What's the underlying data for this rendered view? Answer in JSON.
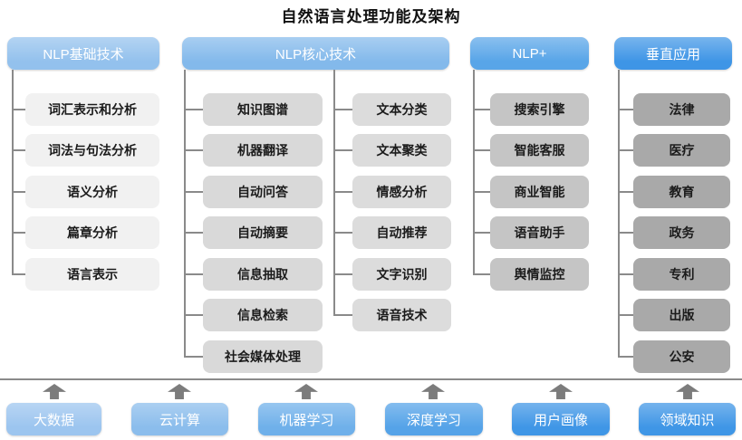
{
  "title": "自然语言处理功能及架构",
  "columns": [
    {
      "header": "NLP基础技术",
      "items": [
        "词汇表示和分析",
        "词法与句法分析",
        "语义分析",
        "篇章分析",
        "语言表示"
      ]
    },
    {
      "header": "NLP核心技术",
      "items": [
        "知识图谱",
        "机器翻译",
        "自动问答",
        "自动摘要",
        "信息抽取",
        "信息检索",
        "社会媒体处理"
      ],
      "items2": [
        "文本分类",
        "文本聚类",
        "情感分析",
        "自动推荐",
        "文字识别",
        "语音技术"
      ]
    },
    {
      "header": "NLP+",
      "items": [
        "搜索引擎",
        "智能客服",
        "商业智能",
        "语音助手",
        "舆情监控"
      ]
    },
    {
      "header": "垂直应用",
      "items": [
        "法律",
        "医疗",
        "教育",
        "政务",
        "专利",
        "出版",
        "公安"
      ]
    }
  ],
  "foundation": {
    "items": [
      "大数据",
      "云计算",
      "机器学习",
      "深度学习",
      "用户画像",
      "领域知识"
    ]
  },
  "colors": {
    "header1": "#93C1ED",
    "header2": "#83B9EB",
    "header3": "#58A5E8",
    "header4": "#3E95E6",
    "box1": "#F1F1F1",
    "box2a": "#D9D9D9",
    "box2b": "#DCDCDC",
    "box3": "#C5C5C5",
    "box4": "#A9A9A9",
    "f1": "#9CC5EF",
    "f2": "#8BBDEC",
    "f3": "#6FB0EA",
    "f4": "#55A3E8",
    "f5": "#3F96E6",
    "f6": "#3F96E6",
    "line": "#8A8A8A",
    "arrow": "#7C7C7C"
  }
}
